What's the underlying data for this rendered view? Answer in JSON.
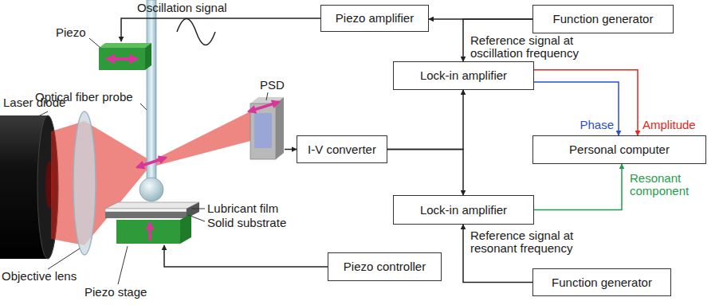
{
  "diagram": {
    "nodes": [
      {
        "text": [
          "Piezo amplifier"
        ]
      },
      {
        "text": [
          "Function generator"
        ]
      },
      {
        "text": [
          "Lock-in amplifier"
        ]
      },
      {
        "text": [
          "Personal computer"
        ]
      },
      {
        "text": [
          "I-V converter"
        ]
      },
      {
        "text": [
          "Lock-in amplifier"
        ]
      },
      {
        "text": [
          "Piezo controller"
        ]
      },
      {
        "text": [
          "Function generator"
        ]
      }
    ],
    "edges": [
      {
        "from": 1,
        "to": 0,
        "arrow": "to"
      },
      {
        "from": 1,
        "to": 2,
        "label": "Reference signal at oscillation frequency",
        "arrow": "to"
      },
      {
        "from": 4,
        "to": 2,
        "arrow": "to"
      },
      {
        "from": 4,
        "to": 5,
        "arrow": "to"
      },
      {
        "from": 2,
        "to": 3,
        "label": "Phase",
        "arrow": "to"
      },
      {
        "from": 2,
        "to": 3,
        "label": "Amplitude",
        "arrow": "to"
      },
      {
        "from": 5,
        "to": 3,
        "label": "Resonant component",
        "arrow": "to"
      },
      {
        "from": 7,
        "to": 5,
        "label": "Reference signal at resonant frequency",
        "arrow": "to"
      }
    ],
    "labels": [
      "Oscillation signal",
      "Piezo",
      "Optical fiber probe",
      "PSD",
      "Laser diode",
      "Objective lens",
      "Lubricant film",
      "Solid substrate",
      "Piezo stage"
    ]
  }
}
